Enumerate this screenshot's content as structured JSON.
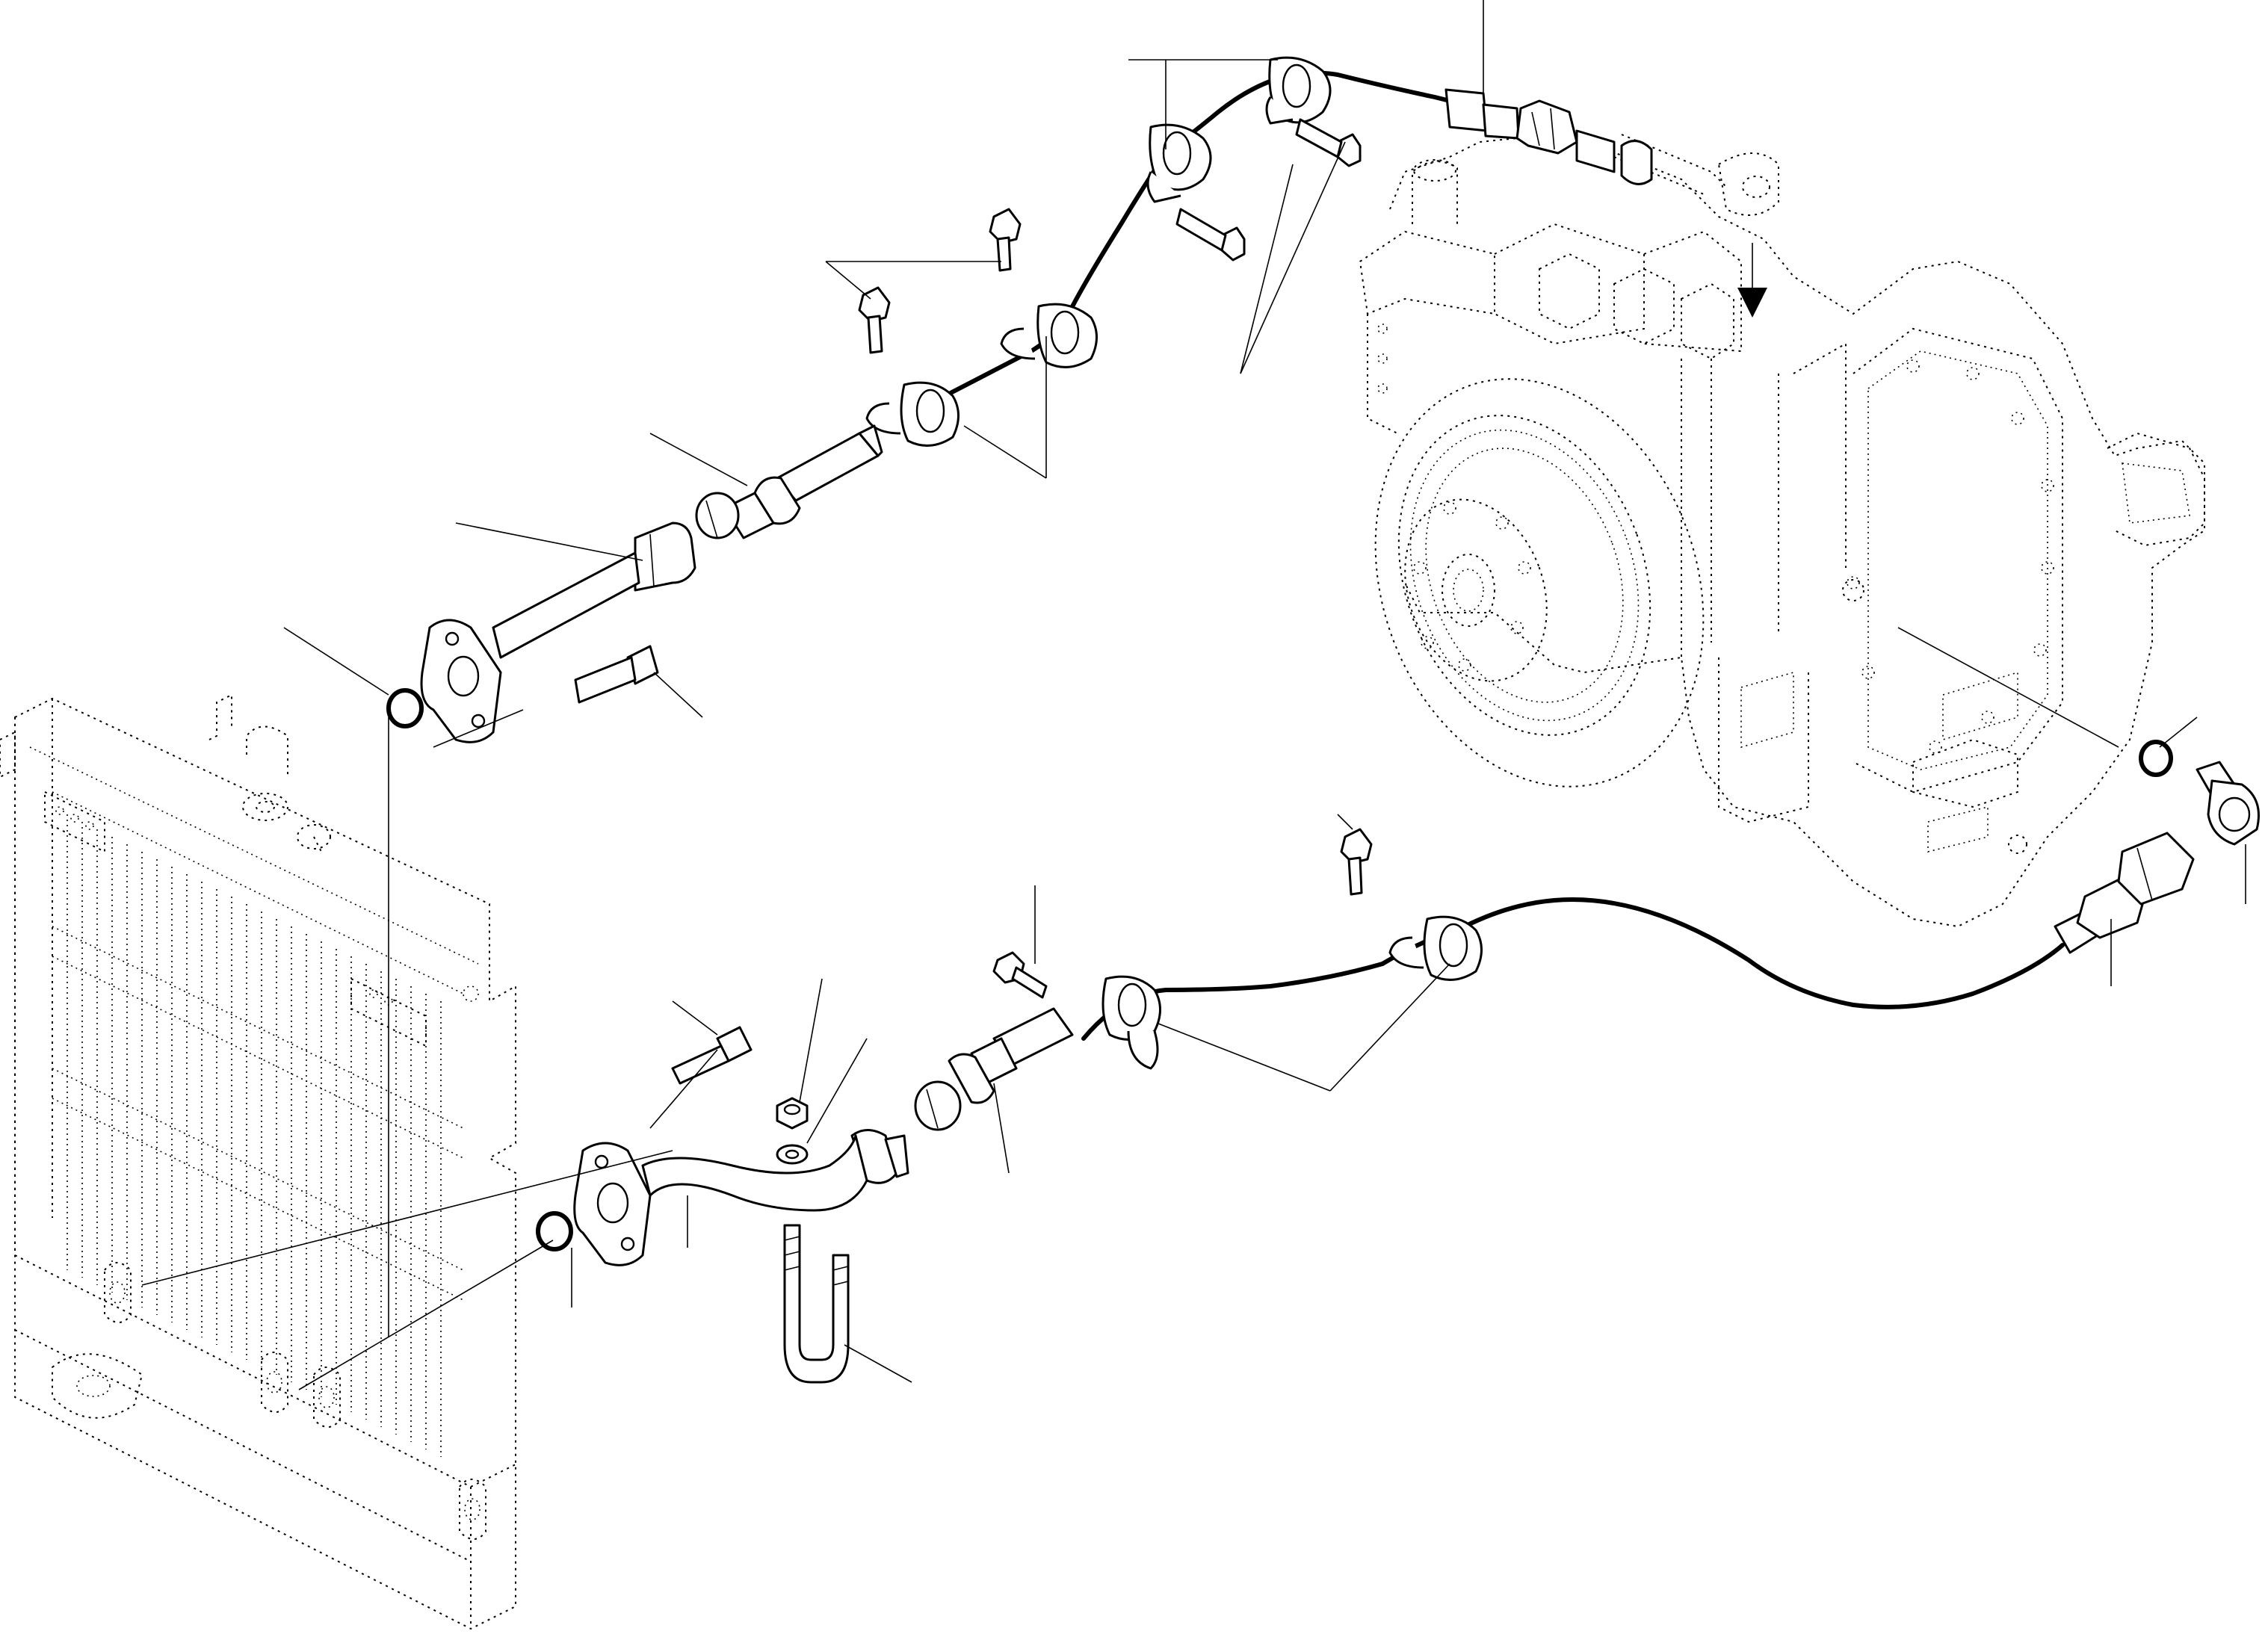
{
  "diagram": {
    "type": "exploded-parts-view",
    "components": [
      "oil-cooler",
      "transmission",
      "upper-hose",
      "lower-hose",
      "upper-pipe",
      "lower-pipe",
      "hose-clamps",
      "bolts",
      "o-rings",
      "u-bolt",
      "nut",
      "washer",
      "elbow-fitting",
      "arrow-marker"
    ],
    "callout_labels": []
  }
}
